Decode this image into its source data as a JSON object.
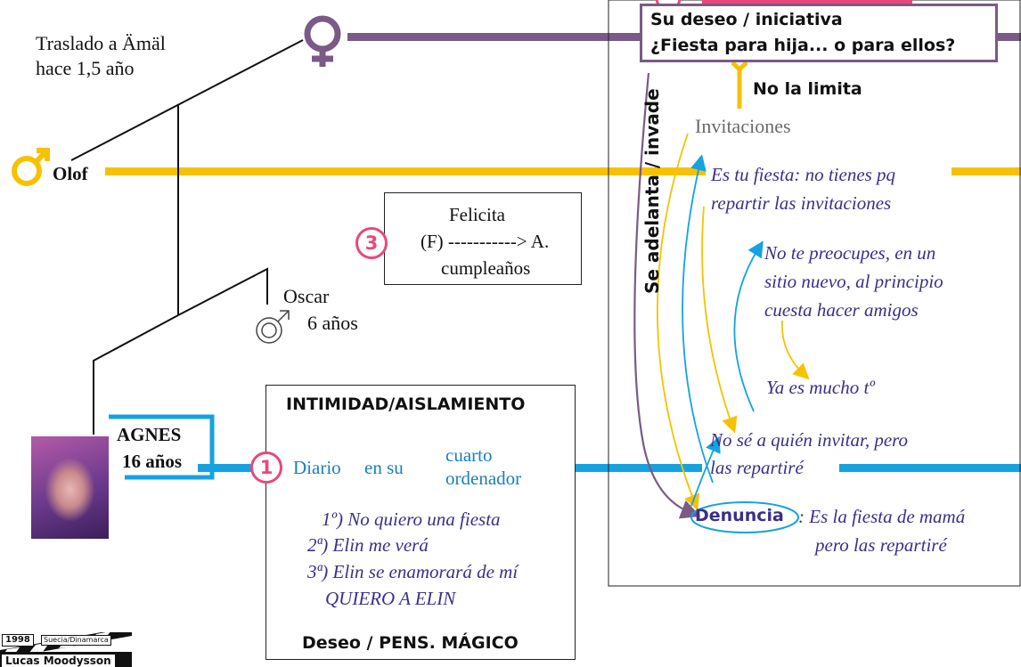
{
  "colors": {
    "purple_line": "#7a5a86",
    "yellow_line": "#f6c200",
    "blue_line": "#14a3e0",
    "accent_pink": "#e8497a",
    "text_purple": "#3a2f8c",
    "text_gray": "#6a6a6a"
  },
  "mother": {
    "icon": "female-symbol-icon",
    "move_note_line1": "Traslado a Ämäl",
    "move_note_line2": "hace 1,5 año"
  },
  "father": {
    "icon": "male-symbol-icon",
    "name": "Olof"
  },
  "brother": {
    "icon": "male-symbol-icon",
    "name": "Oscar",
    "age": "6 años"
  },
  "agnes": {
    "name": "AGNES",
    "age": "16 años"
  },
  "mother_box": {
    "line1": "Su deseo / iniciativa",
    "line2": "¿Fiesta para hija... o para ellos?"
  },
  "no_limit_label": "No la limita",
  "vertical_label": "Se adelanta / invade",
  "invitaciones": "Invitaciones",
  "dialogue": {
    "quote1_line1": "Es tu fiesta: no tienes pq",
    "quote1_line2": "repartir las invitaciones",
    "quote2_line1": "No te preocupes, en un",
    "quote2_line2": "sitio nuevo, al principio",
    "quote2_line3": "cuesta hacer amigos",
    "quote3": "Ya es mucho tº",
    "quote4_line1": "No sé a quién invitar, pero",
    "quote4_line2": "las repartiré",
    "denuncia": "Denuncia",
    "denuncia_line1": ": Es la fiesta de mamá",
    "denuncia_line2": "pero las repartiré"
  },
  "felicita_box": {
    "badge": "3",
    "line1": "Felicita",
    "line2": "(F) -----------> A.",
    "line3": "cumpleaños"
  },
  "intimacy_box": {
    "badge": "1",
    "title": "INTIMIDAD/AISLAMIENTO",
    "diario": "Diario",
    "en_su": "en su",
    "option1": "cuarto",
    "option2": "ordenador",
    "list": [
      "1º) No quiero una fiesta",
      "2ª) Elin me verá",
      "3ª) Elin se enamorará de mí",
      "QUIERO A ELIN"
    ],
    "footer": "Deseo / PENS. MÁGICO"
  },
  "clapper": {
    "year": "1998",
    "country": "Suecia/Dinamarca",
    "director": "Lucas Moodysson"
  }
}
